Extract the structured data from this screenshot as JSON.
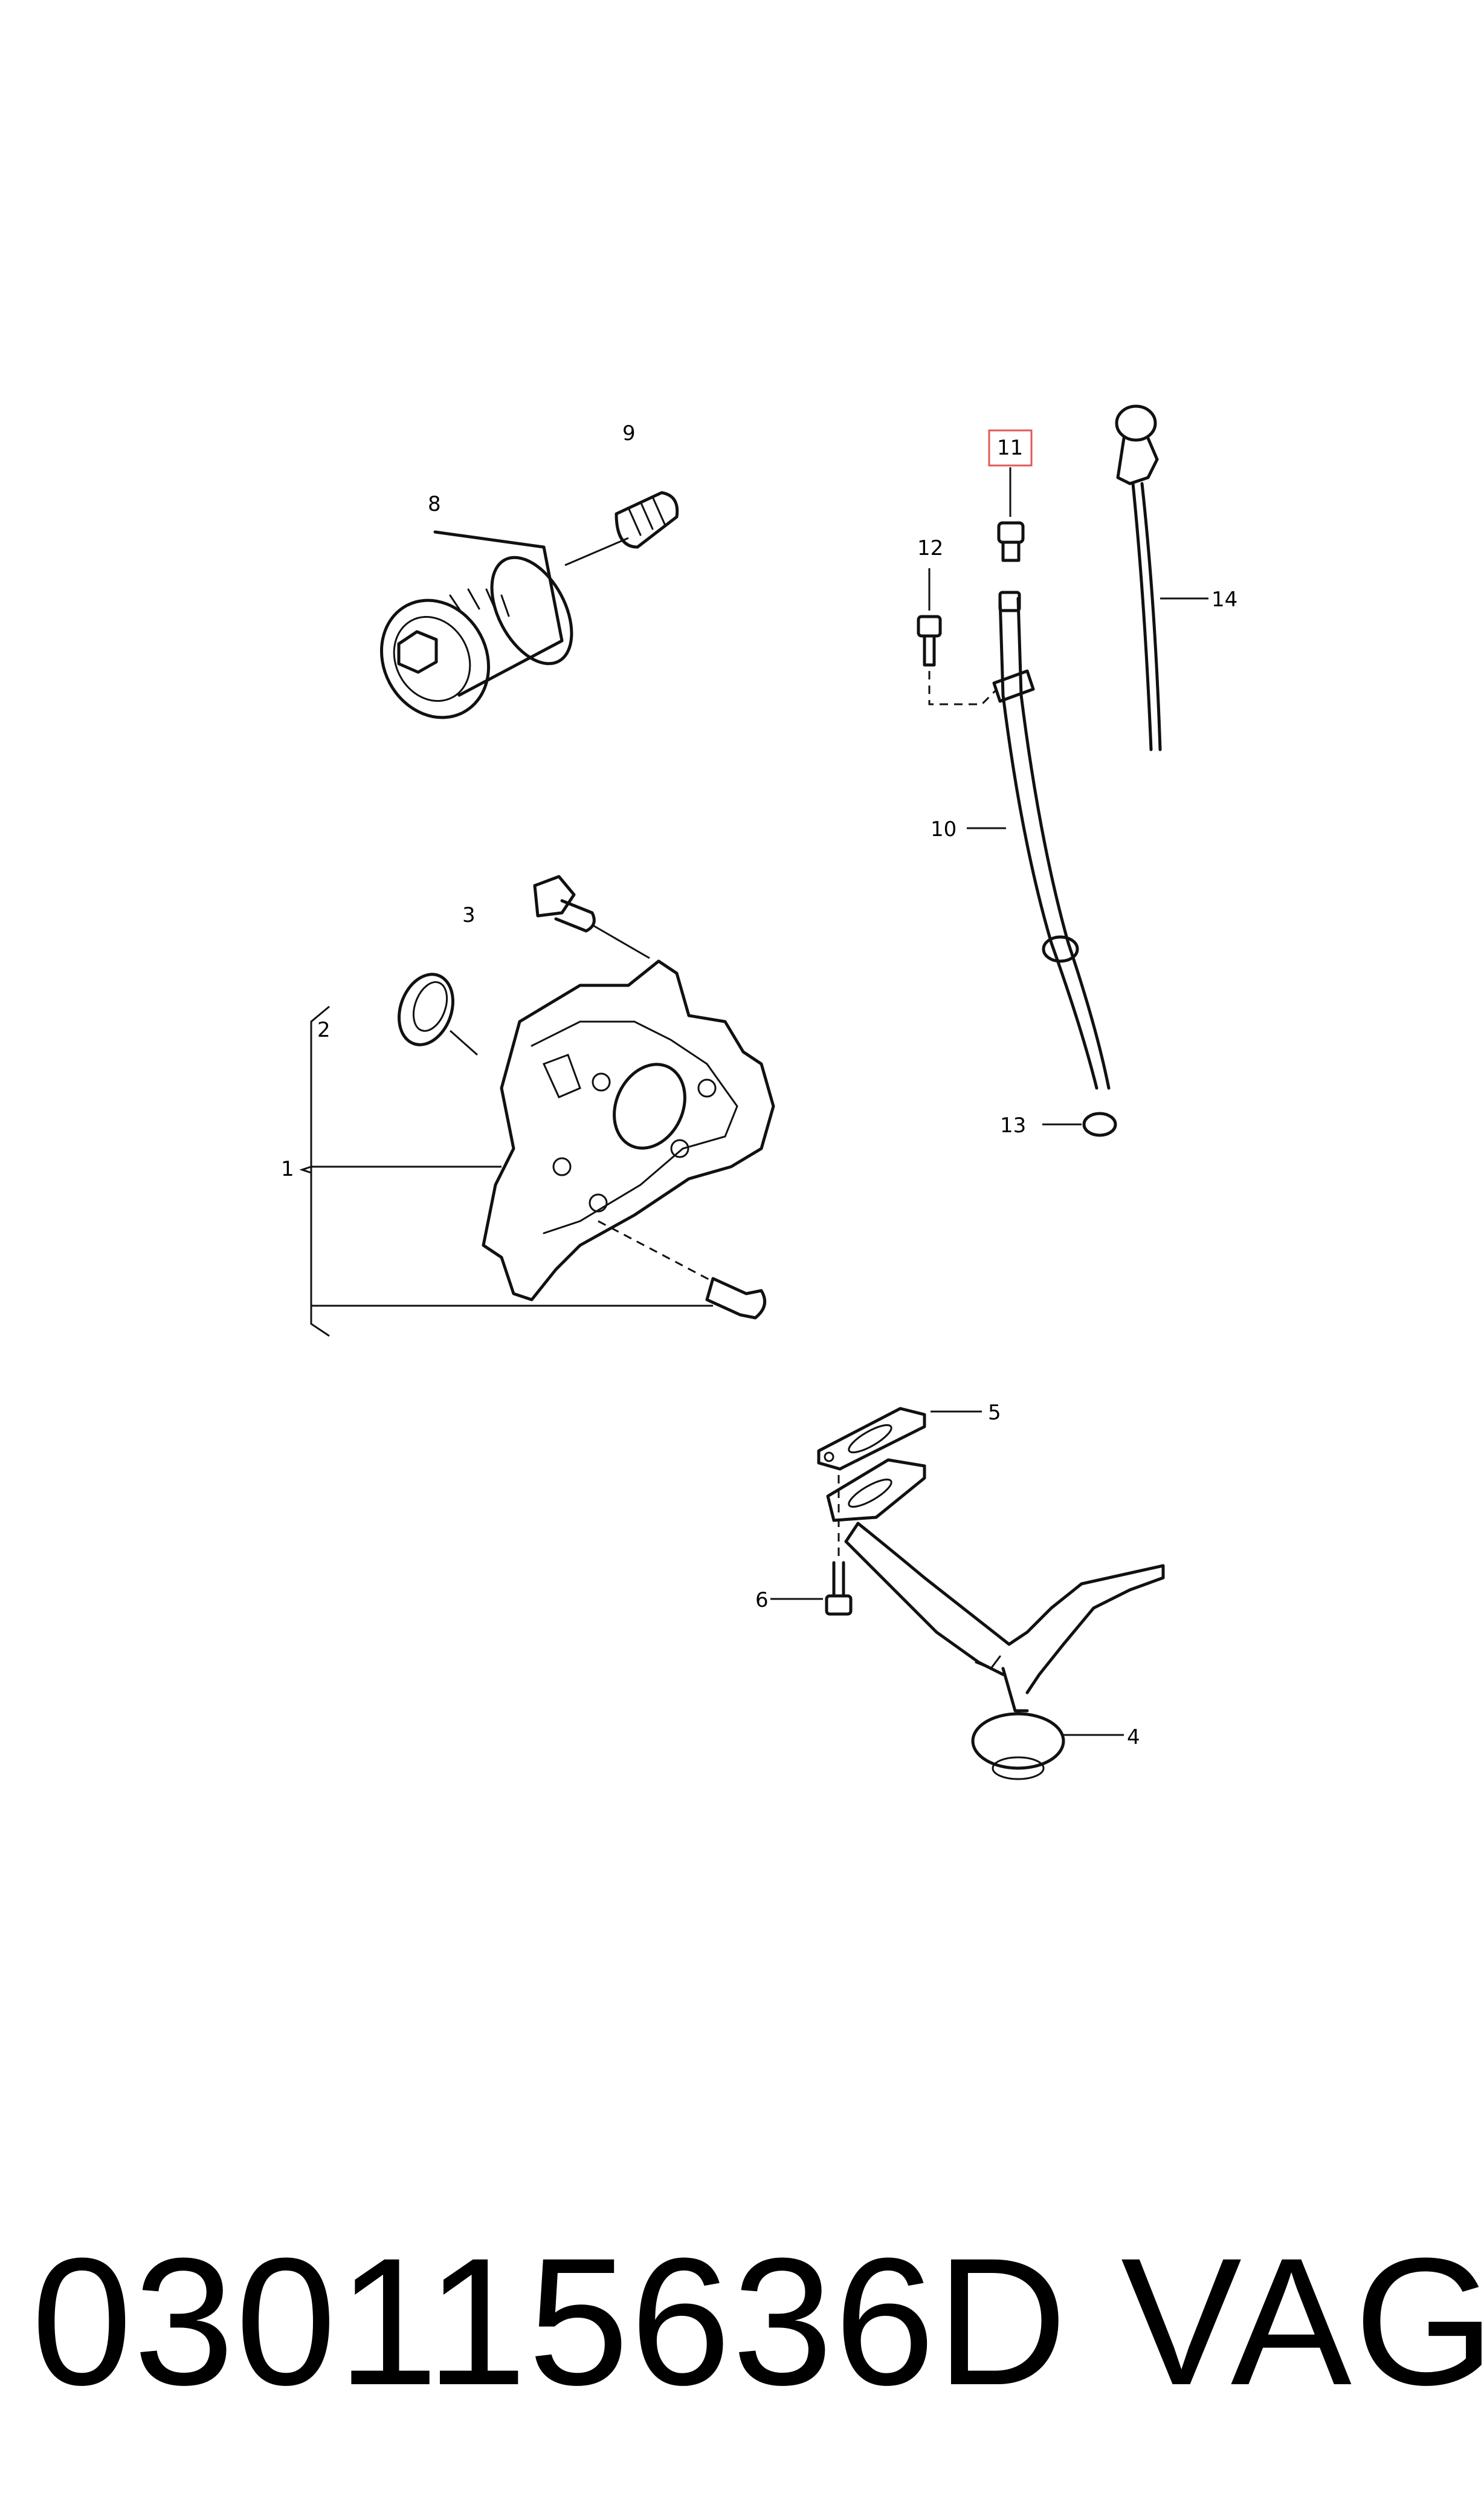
{
  "callouts": {
    "c1": "1",
    "c2": "2",
    "c3": "3",
    "c4": "4",
    "c5": "5",
    "c6": "6",
    "c7": "8",
    "c8": "9",
    "c9": "10",
    "c10": "11",
    "c11": "12",
    "c12": "13",
    "c13": "14"
  },
  "highlighted_callout": "11",
  "footer": {
    "part_number": "030115636D",
    "brand": "VAG"
  }
}
